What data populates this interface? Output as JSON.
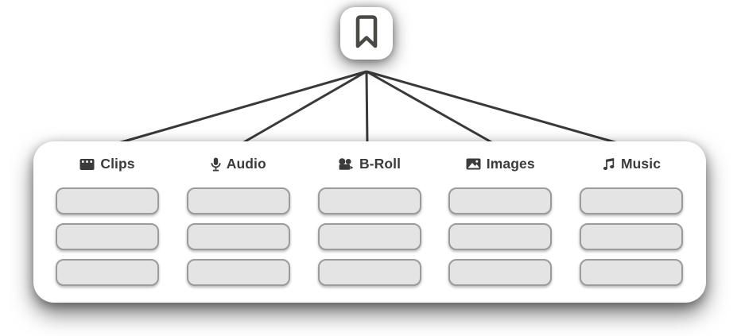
{
  "root": {
    "icon": "bookmark-icon"
  },
  "columns": [
    {
      "icon": "filmstrip-icon",
      "label": "Clips"
    },
    {
      "icon": "microphone-icon",
      "label": "Audio"
    },
    {
      "icon": "movie-camera-icon",
      "label": "B-Roll"
    },
    {
      "icon": "framed-picture-icon",
      "label": "Images"
    },
    {
      "icon": "music-notes-icon",
      "label": "Music"
    }
  ],
  "placeholders_per_column": 3,
  "colors": {
    "ink": "#3b3b3b",
    "connector_line": "#3a3a3a",
    "panel_background": "#ffffff",
    "placeholder_fill": "#e4e4e4",
    "placeholder_border": "#9b9b9b"
  }
}
